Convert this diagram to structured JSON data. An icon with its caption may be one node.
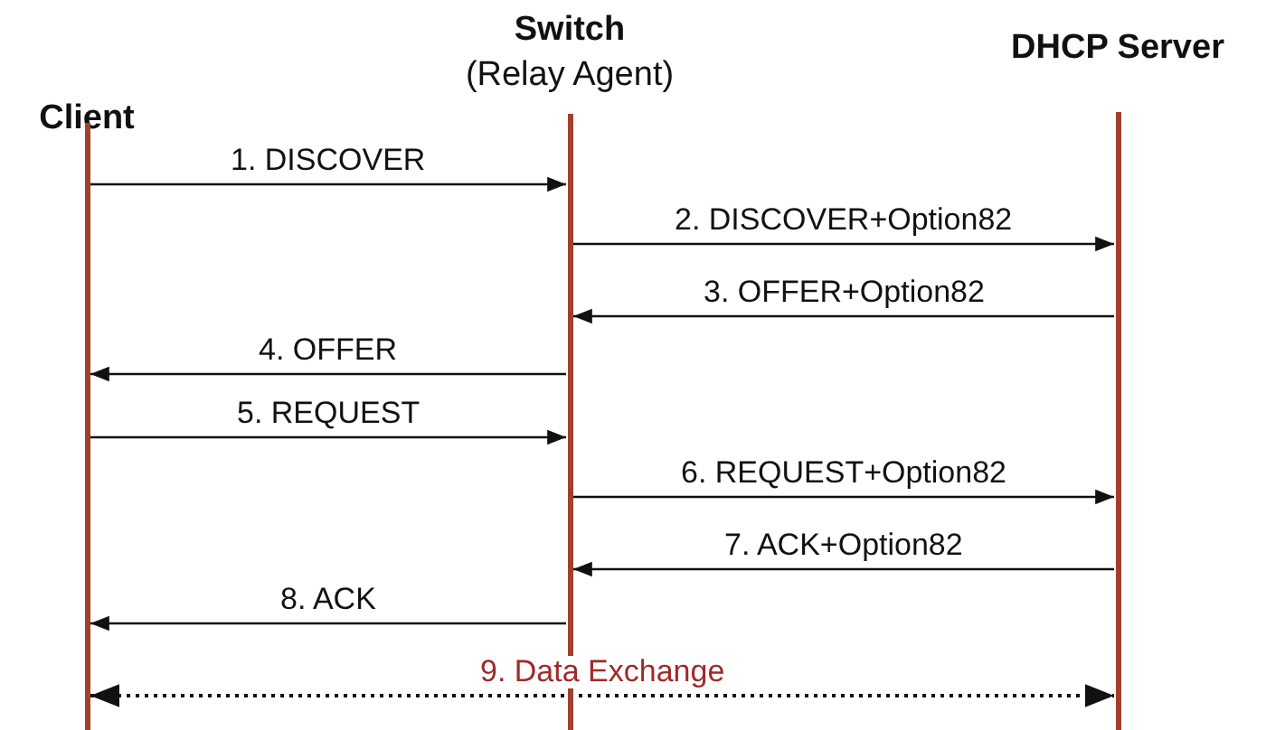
{
  "diagram": {
    "nodes": [
      {
        "text": [
          "Client"
        ]
      },
      {
        "text": [
          "Switch",
          "(Relay Agent)"
        ]
      },
      {
        "text": [
          "DHCP Server"
        ]
      }
    ],
    "edges": [
      {
        "from": 0,
        "to": 1,
        "arrow": "to",
        "label": "1. DISCOVER"
      },
      {
        "from": 1,
        "to": 2,
        "arrow": "to",
        "label": "2. DISCOVER+Option82"
      },
      {
        "from": 2,
        "to": 1,
        "arrow": "to",
        "label": "3. OFFER+Option82"
      },
      {
        "from": 1,
        "to": 0,
        "arrow": "to",
        "label": "4. OFFER"
      },
      {
        "from": 0,
        "to": 1,
        "arrow": "to",
        "label": "5. REQUEST"
      },
      {
        "from": 1,
        "to": 2,
        "arrow": "to",
        "label": "6. REQUEST+Option82"
      },
      {
        "from": 2,
        "to": 1,
        "arrow": "to",
        "label": "7. ACK+Option82"
      },
      {
        "from": 1,
        "to": 0,
        "arrow": "to",
        "label": "8. ACK"
      },
      {
        "from": 0,
        "to": 2,
        "arrow": "both",
        "label": "9. Data Exchange",
        "style": "dashed"
      }
    ]
  }
}
